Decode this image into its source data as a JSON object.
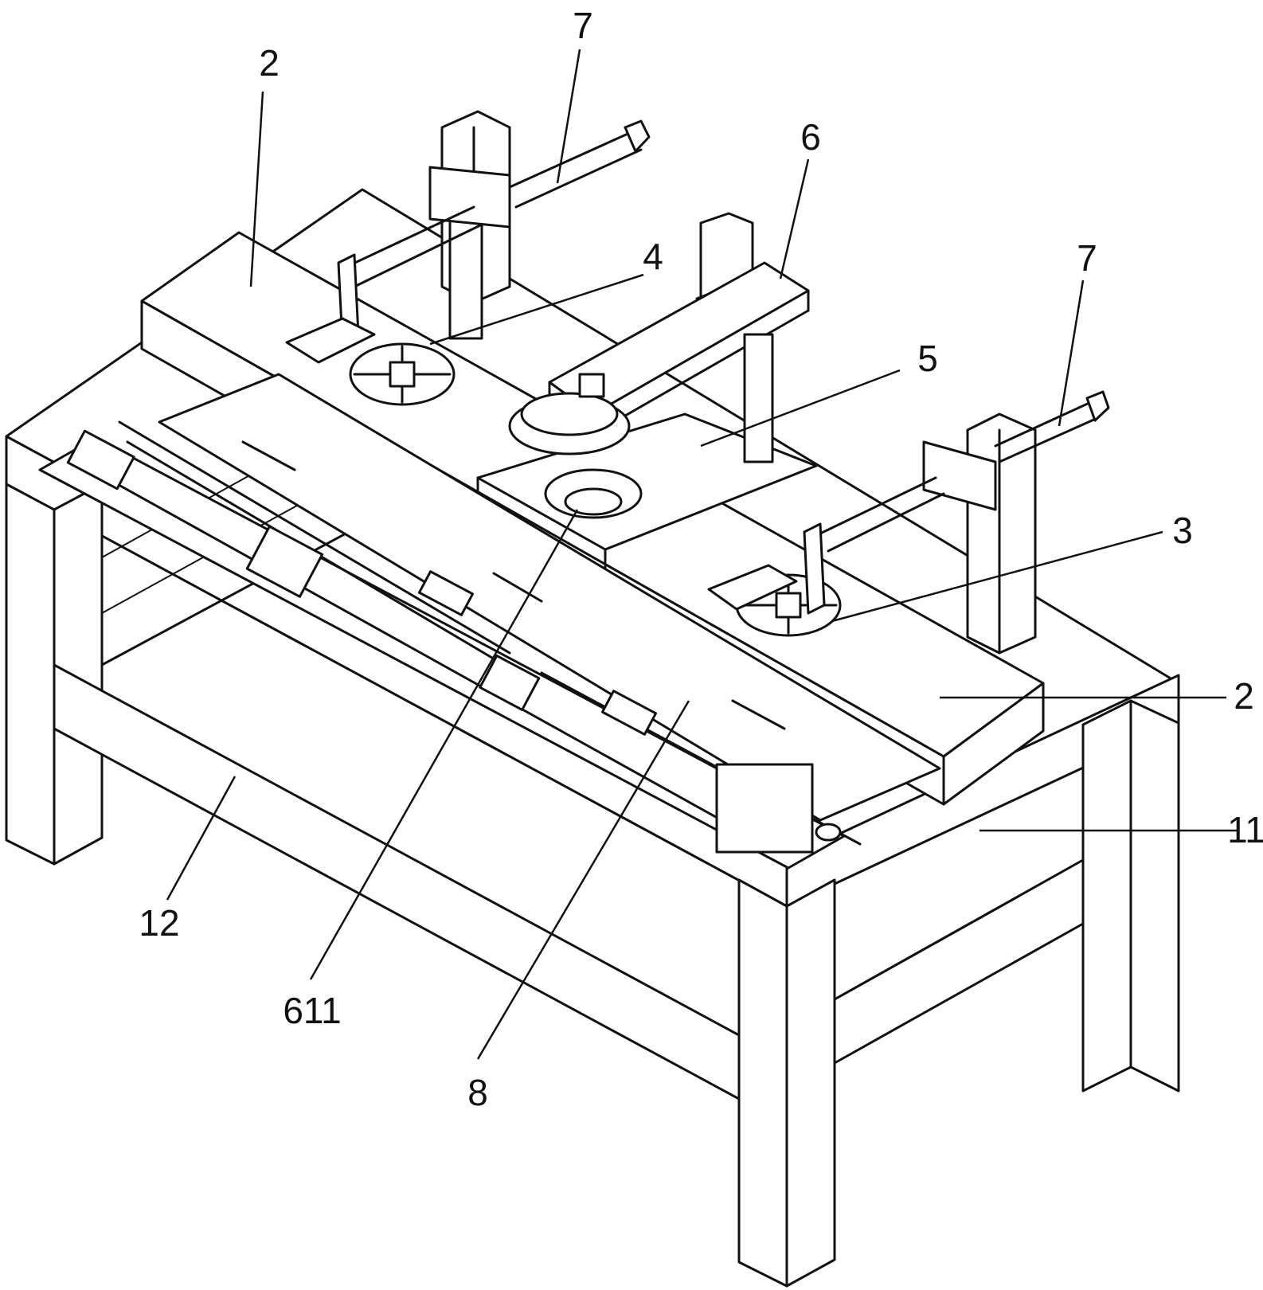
{
  "labels": {
    "frame_top_left": "2",
    "frame_right": "2",
    "cylinder_left": "7",
    "cylinder_right": "7",
    "part_6": "6",
    "part_4": "4",
    "part_5": "5",
    "part_3": "3",
    "part_11": "11",
    "part_12": "12",
    "part_611": "611",
    "part_8": "8"
  }
}
